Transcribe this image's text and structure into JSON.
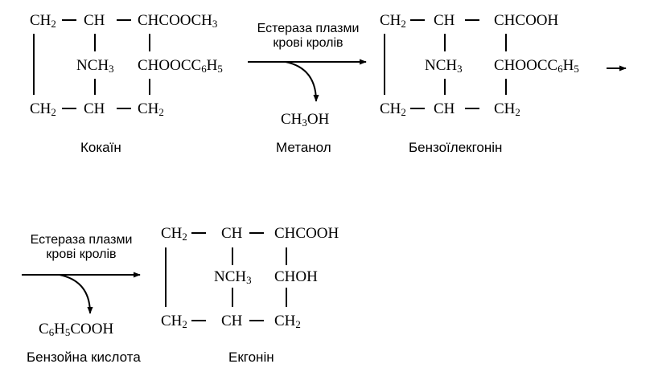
{
  "scheme": {
    "cocaine": {
      "ch2_top": "CH<sub>2</sub>",
      "ch_top": "CH",
      "ch_ester": "CHCOOCH<sub>3</sub>",
      "nch3": "NCH<sub>3</sub>",
      "ch_benzoate": "CHOOCC<sub>6</sub>H<sub>5</sub>",
      "ch2_bottom": "CH<sub>2</sub>",
      "ch_bottom": "CH",
      "ch2_bottom_right": "CH<sub>2</sub>",
      "caption": "Кокаїн"
    },
    "step1": {
      "enzyme_line1": "Естераза плазми",
      "enzyme_line2": "крові кролів",
      "byproduct": "CH<sub>3</sub>OH",
      "byproduct_caption": "Метанол"
    },
    "benzoylecgonine": {
      "ch2_top": "CH<sub>2</sub>",
      "ch_top": "CH",
      "ch_acid": "CHCOOH",
      "nch3": "NCH<sub>3</sub>",
      "ch_benzoate": "CHOOCC<sub>6</sub>H<sub>5</sub>",
      "ch2_bottom": "CH<sub>2</sub>",
      "ch_bottom": "CH",
      "ch2_bottom_right": "CH<sub>2</sub>",
      "caption": "Бензоїлекгонін"
    },
    "step2": {
      "enzyme_line1": "Естераза плазми",
      "enzyme_line2": "крові кролів",
      "byproduct": "C<sub>6</sub>H<sub>5</sub>COOH",
      "byproduct_caption": "Бензойна кислота"
    },
    "ecgonine": {
      "ch2_top": "CH<sub>2</sub>",
      "ch_top": "CH",
      "ch_acid": "CHCOOH",
      "nch3": "NCH<sub>3</sub>",
      "ch_oh": "CHOH",
      "ch2_bottom": "CH<sub>2</sub>",
      "ch_bottom": "CH",
      "ch2_bottom_right": "CH<sub>2</sub>",
      "caption": "Екгонін"
    }
  }
}
